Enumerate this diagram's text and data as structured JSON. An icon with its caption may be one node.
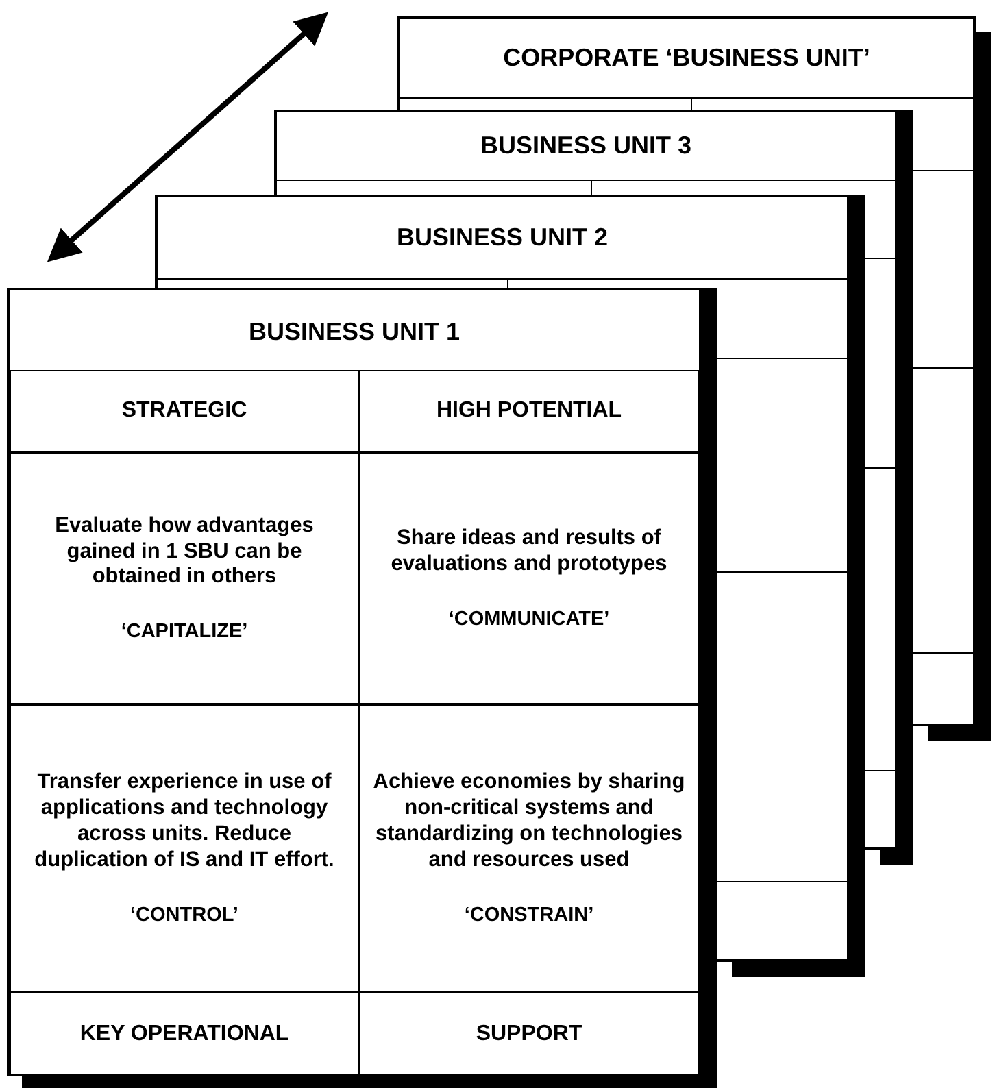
{
  "diagram": {
    "nodes": [
      {
        "text": [
          "CORPORATE ‘BUSINESS UNIT’"
        ]
      },
      {
        "text": [
          "BUSINESS UNIT 3"
        ]
      },
      {
        "text": [
          "BUSINESS UNIT 2"
        ]
      },
      {
        "text": [
          "BUSINESS UNIT 1"
        ]
      },
      {
        "text": [
          "STRATEGIC"
        ],
        "in": 3
      },
      {
        "text": [
          "HIGH POTENTIAL"
        ],
        "in": 3
      },
      {
        "text": [
          "Evaluate how advantages gained in 1 SBU can be obtained in others",
          "‘CAPITALIZE’"
        ],
        "in": 3
      },
      {
        "text": [
          "Share ideas and results of evaluations and prototypes",
          "‘COMMUNICATE’"
        ],
        "in": 3
      },
      {
        "text": [
          "Transfer experience in use of applications and technology across units. Reduce duplication of IS and IT effort.",
          "‘CONTROL’"
        ],
        "in": 3
      },
      {
        "text": [
          "Achieve economies by sharing non-critical systems and standardizing on technologies and resources used",
          "‘CONSTRAIN’"
        ],
        "in": 3
      },
      {
        "text": [
          "KEY OPERATIONAL"
        ],
        "in": 3
      },
      {
        "text": [
          "SUPPORT"
        ],
        "in": 3
      }
    ]
  }
}
